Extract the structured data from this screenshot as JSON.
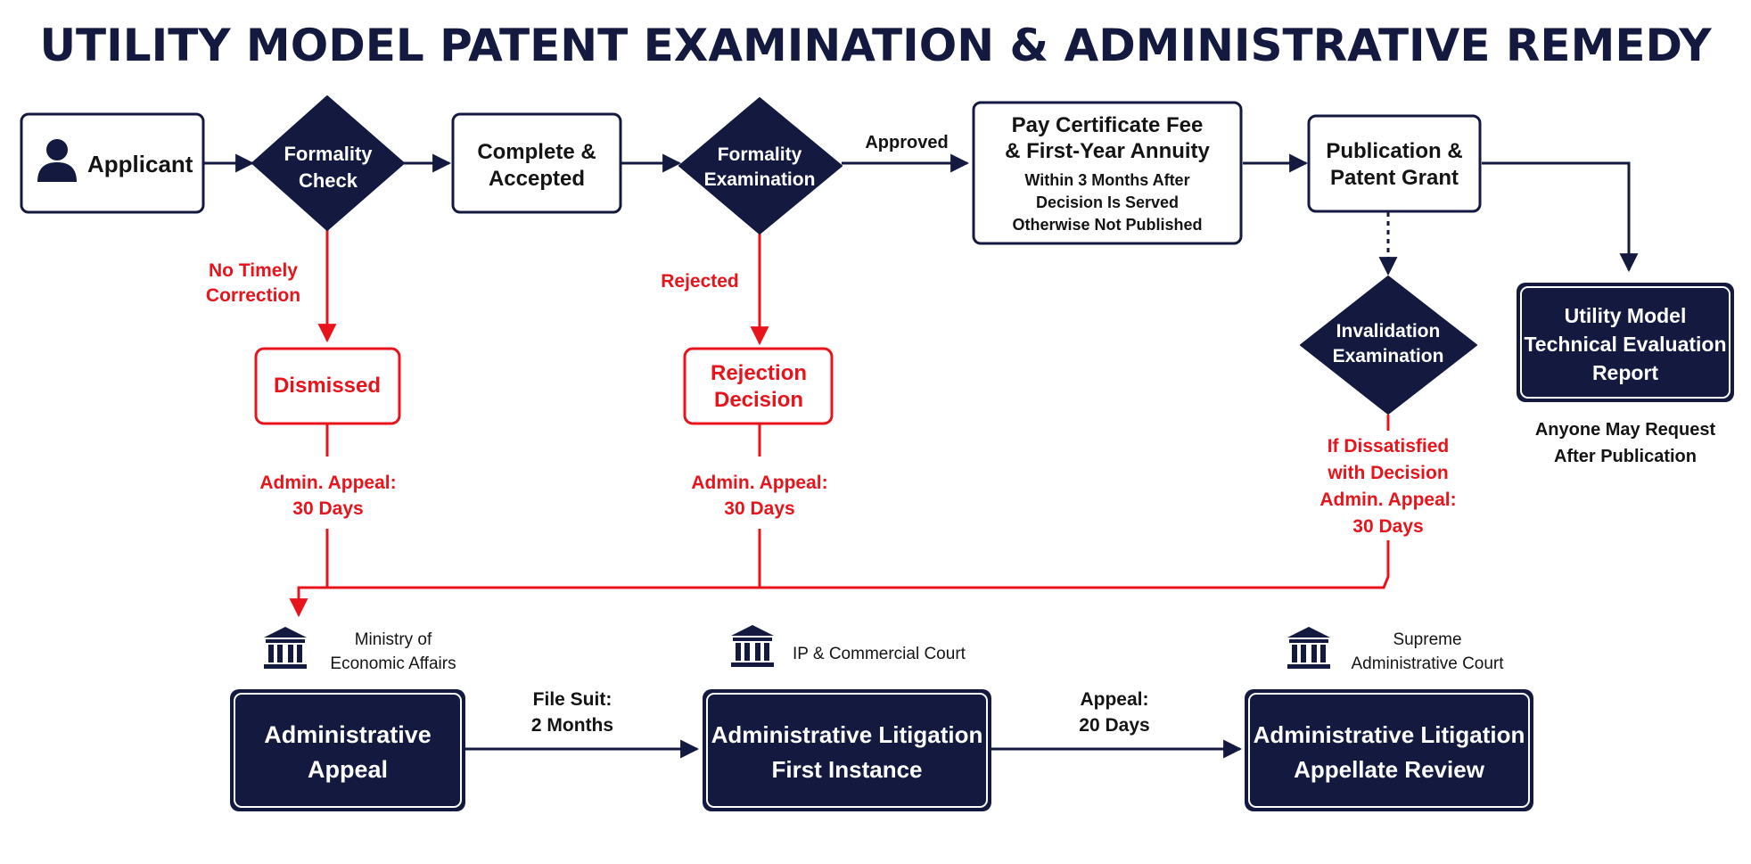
{
  "title": "UTILITY MODEL  PATENT EXAMINATION & ADMINISTRATIVE REMEDY",
  "colors": {
    "navy": "#14193f",
    "red": "#e8141c",
    "white": "#ffffff",
    "text": "#141414"
  },
  "nodes": {
    "applicant": {
      "label": "Applicant",
      "icon": "person-icon"
    },
    "formality_check": {
      "line1": "Formality",
      "line2": "Check"
    },
    "complete_accepted": {
      "line1": "Complete &",
      "line2": "Accepted"
    },
    "formality_examination": {
      "line1": "Formality",
      "line2": "Examination"
    },
    "pay_fee": {
      "line1": "Pay Certificate Fee",
      "line2": "& First-Year Annuity",
      "line3": "Within 3 Months After",
      "line4": "Decision Is Served",
      "line5": "Otherwise Not Published"
    },
    "publication_grant": {
      "line1": "Publication &",
      "line2": "Patent Grant"
    },
    "invalidation_exam": {
      "line1": "Invalidation",
      "line2": "Examination"
    },
    "tech_report": {
      "line1": "Utility Model",
      "line2": "Technical Evaluation",
      "line3": "Report"
    },
    "tech_report_note": {
      "line1": "Anyone May Request",
      "line2": "After Publication"
    },
    "dismissed": {
      "label": "Dismissed"
    },
    "rejection_decision": {
      "line1": "Rejection",
      "line2": "Decision"
    },
    "admin_appeal": {
      "line1": "Administrative",
      "line2": "Appeal"
    },
    "litigation_first": {
      "line1": "Administrative Litigation",
      "line2": "First Instance"
    },
    "litigation_appellate": {
      "line1": "Administrative Litigation",
      "line2": "Appellate Review"
    }
  },
  "edge_labels": {
    "approved": "Approved",
    "no_timely_1": "No Timely",
    "no_timely_2": "Correction",
    "rejected": "Rejected",
    "appeal1_1": "Admin. Appeal:",
    "appeal1_2": "30 Days",
    "appeal2_1": "Admin. Appeal:",
    "appeal2_2": "30 Days",
    "dissatisfied_1": "If Dissatisfied",
    "dissatisfied_2": "with Decision",
    "dissatisfied_3": "Admin. Appeal:",
    "dissatisfied_4": "30 Days",
    "file_suit_1": "File Suit:",
    "file_suit_2": "2 Months",
    "appeal20_1": "Appeal:",
    "appeal20_2": "20 Days"
  },
  "authorities": {
    "ministry": {
      "line1": "Ministry of",
      "line2": "Economic Affairs",
      "icon": "government-building-icon"
    },
    "ip_court": {
      "line1": "IP & Commercial Court",
      "icon": "courthouse-icon"
    },
    "supreme": {
      "line1": "Supreme",
      "line2": "Administrative Court",
      "icon": "courthouse-icon"
    }
  }
}
